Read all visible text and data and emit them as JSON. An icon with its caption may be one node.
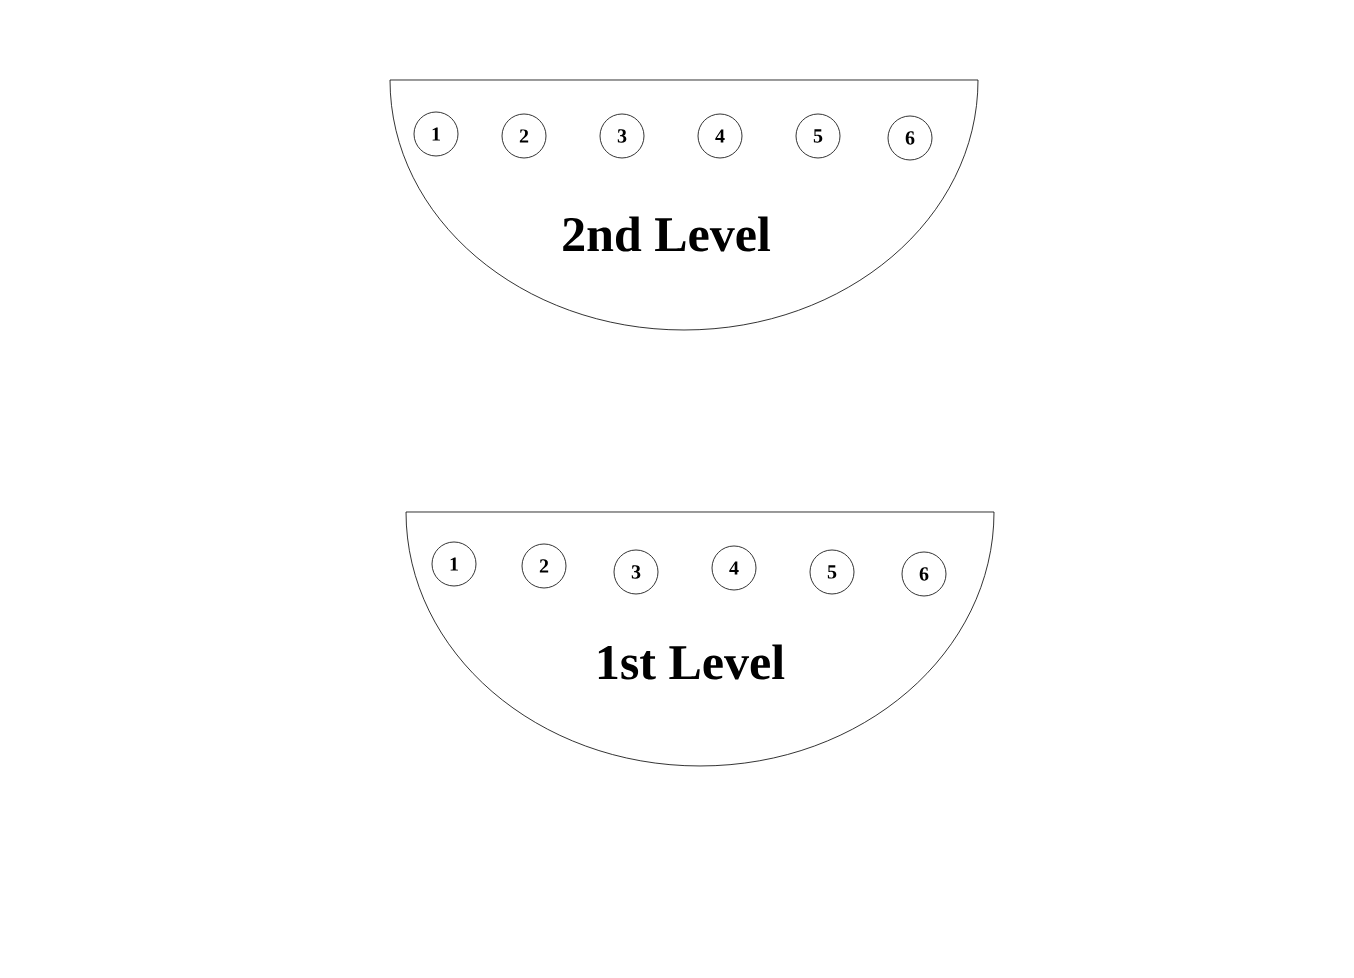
{
  "diagram": {
    "nodes": [
      {
        "text": [
          "2nd Level"
        ]
      },
      {
        "text": [
          "1"
        ],
        "in": 0
      },
      {
        "text": [
          "2"
        ],
        "in": 0
      },
      {
        "text": [
          "3"
        ],
        "in": 0
      },
      {
        "text": [
          "4"
        ],
        "in": 0
      },
      {
        "text": [
          "5"
        ],
        "in": 0
      },
      {
        "text": [
          "6"
        ],
        "in": 0
      },
      {
        "text": [
          "1st Level"
        ]
      },
      {
        "text": [
          "1"
        ],
        "in": 7
      },
      {
        "text": [
          "2"
        ],
        "in": 7
      },
      {
        "text": [
          "3"
        ],
        "in": 7
      },
      {
        "text": [
          "4"
        ],
        "in": 7
      },
      {
        "text": [
          "5"
        ],
        "in": 7
      },
      {
        "text": [
          "6"
        ],
        "in": 7
      }
    ]
  }
}
